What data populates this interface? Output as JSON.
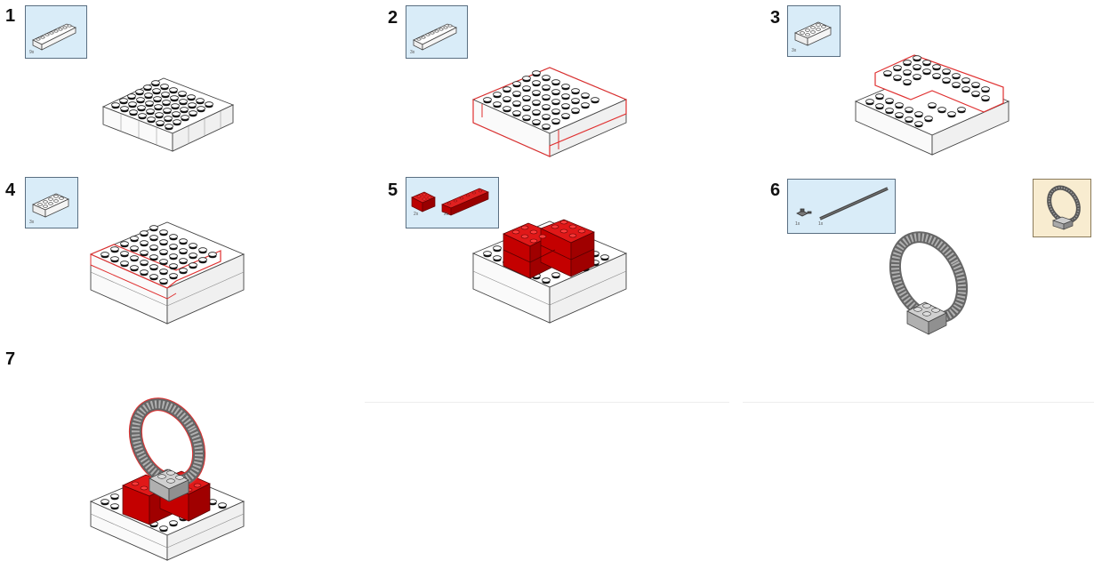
{
  "steps": [
    {
      "number": "1",
      "parts": [
        {
          "brick": "white 2x8 brick",
          "qty": "9x"
        }
      ]
    },
    {
      "number": "2",
      "parts": [
        {
          "brick": "white 2x8 brick",
          "qty": "3x"
        }
      ]
    },
    {
      "number": "3",
      "parts": [
        {
          "brick": "white 2x4 brick",
          "qty": "3x"
        }
      ]
    },
    {
      "number": "4",
      "parts": [
        {
          "brick": "white 2x4 brick",
          "qty": "3x"
        }
      ]
    },
    {
      "number": "5",
      "parts": [
        {
          "brick": "red 2x2 brick",
          "qty": "2x"
        },
        {
          "brick": "red 2x6 brick",
          "qty": "2x"
        }
      ]
    },
    {
      "number": "6",
      "parts": [
        {
          "brick": "grey pin connector",
          "qty": "1x"
        },
        {
          "brick": "grey flex tube",
          "qty": "1x"
        }
      ]
    },
    {
      "number": "7",
      "parts": []
    }
  ],
  "colors": {
    "callout_bg": "#d9ecf8",
    "subassembly_bg": "#f8ecd0",
    "new_part_outline": "#e03030",
    "brick_red": "#c81010",
    "brick_grey": "#a8a8a8"
  },
  "icons": [
    "white-brick-icon",
    "red-brick-icon",
    "grey-ring-icon",
    "axle-icon"
  ]
}
